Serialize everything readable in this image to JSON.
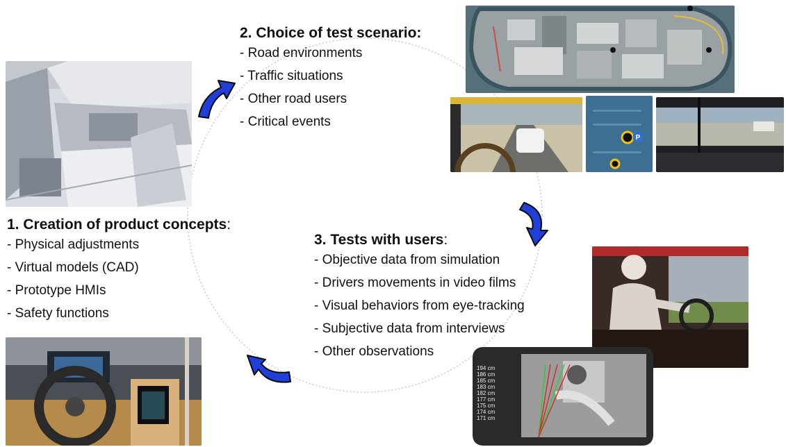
{
  "steps": [
    {
      "number": "1.",
      "title": "Creation of product concepts",
      "colon": ":",
      "items": [
        "Physical adjustments",
        "Virtual models (CAD)",
        "Prototype HMIs",
        "Safety functions"
      ]
    },
    {
      "number": "2.",
      "title": "Choice of test scenario:",
      "colon": "",
      "items": [
        "Road environments",
        "Traffic situations",
        "Other road users",
        "Critical events"
      ]
    },
    {
      "number": "3.",
      "title": "Tests with users",
      "colon": ":",
      "items": [
        "Objective data from simulation",
        "Drivers movements in video films",
        "Visual behaviors from eye-tracking",
        "Subjective data from interviews",
        "Other observations"
      ]
    }
  ],
  "eye_tracking_labels": [
    "194 cm",
    "186 cm",
    "185 cm",
    "183 cm",
    "182 cm",
    "177 cm",
    "175 cm",
    "174 cm",
    "171 cm"
  ],
  "map_parking_label": "P",
  "colors": {
    "arrow": "#1f3fd8",
    "arrow_outline": "#0a0a0a",
    "cycle_line": "#c8c8c8"
  },
  "icons": [
    "curved-arrow-icon"
  ]
}
